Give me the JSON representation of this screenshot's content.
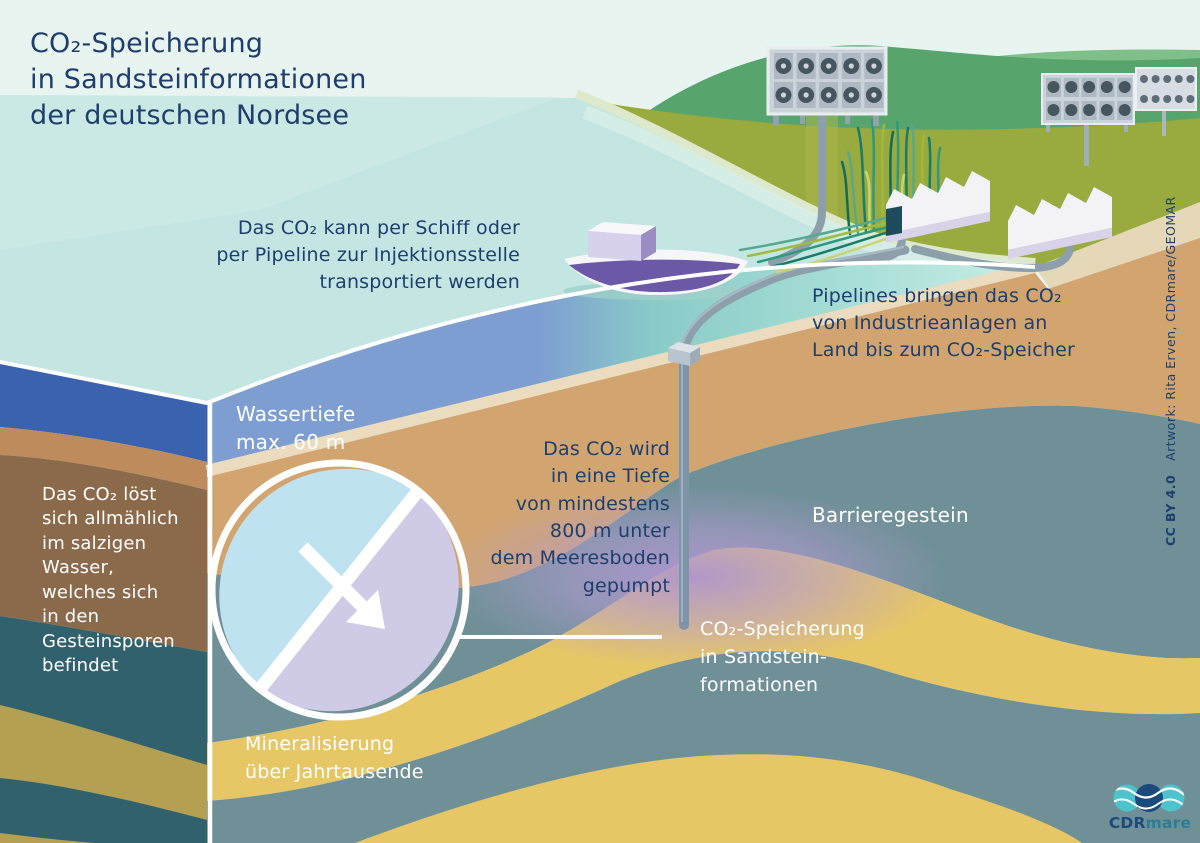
{
  "title": {
    "lines": [
      "CO₂-Speicherung",
      "in Sandsteinformationen",
      "der deutschen Nordsee"
    ]
  },
  "annotations": {
    "transport": {
      "lines": [
        "Das CO₂ kann per Schiff oder",
        "per Pipeline zur Injektionsstelle",
        "transportiert werden"
      ]
    },
    "pipelines": {
      "lines": [
        "Pipelines bringen das CO₂",
        "von Industrieanlagen an",
        "Land bis zum CO₂-Speicher"
      ]
    },
    "water_depth": {
      "lines": [
        "Wassertiefe",
        "max. 60 m"
      ]
    },
    "injection_depth": {
      "lines": [
        "Das CO₂ wird",
        "in eine Tiefe",
        "von mindestens",
        "800 m unter",
        "dem Meeresboden",
        "gepumpt"
      ]
    },
    "dissolution": {
      "lines": [
        "Das CO₂ löst",
        "sich allmählich",
        "im salzigen",
        "Wasser,",
        "welches sich",
        "in den",
        "Gesteinsporen",
        "befindet"
      ]
    },
    "mineralisation": {
      "lines": [
        "Mineralisierung",
        "über Jahrtausende"
      ]
    },
    "storage": {
      "lines": [
        "CO₂-Speicherung",
        "in Sandstein-",
        "formationen"
      ]
    },
    "barrier": {
      "label": "Barrieregestein"
    }
  },
  "credit": {
    "license": "CC BY 4.0",
    "artwork": "Artwork: Rita Erven, CDRmare/GEOMAR"
  },
  "logo": {
    "prefix": "CDR",
    "suffix": "mare"
  },
  "colors": {
    "text_navy": "#1D3E6E",
    "sky": "#E8F4EF",
    "sea_surface": "#C3E6E2",
    "deep_water": "#7E9ED1",
    "shallow_water": "#9FDAD2",
    "deep_water_side": "#3A62AE",
    "sandstone": "#D2A570",
    "barrier_rock": "#6F9097",
    "storage_sand": "#E7C765",
    "co2_plume": "#B49BD3",
    "pore_water": "#CFCBE7",
    "mineralized_pore": "#BEE2EF",
    "grain": "#E3BF57",
    "hill_green": "#57A46C",
    "land_olive": "#99AA3E",
    "ship_purple": "#6B58A6",
    "pipe_grey": "#8C9FAB",
    "logo_teal": "#4FC3CC",
    "logo_navy": "#1B4A7C"
  }
}
